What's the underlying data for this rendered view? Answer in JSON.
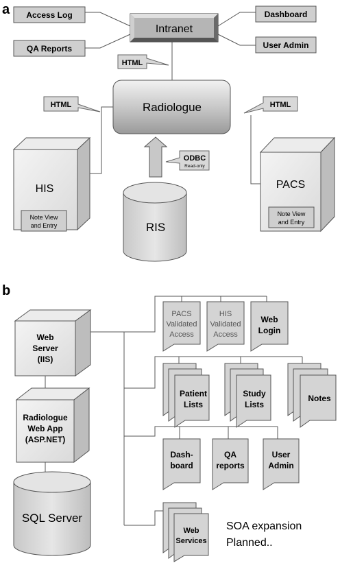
{
  "panel_a": {
    "letter": "a",
    "intranet": "Intranet",
    "access_log": "Access Log",
    "qa_reports": "QA Reports",
    "dashboard": "Dashboard",
    "user_admin": "User Admin",
    "html_top": "HTML",
    "html_left": "HTML",
    "html_right": "HTML",
    "radiologue": "Radiologue",
    "odbc": "ODBC",
    "read_only": "Read-only",
    "his": "HIS",
    "pacs": "PACS",
    "ris": "RIS",
    "note_his_1": "Note View",
    "note_his_2": "and Entry",
    "note_pacs_1": "Note View",
    "note_pacs_2": "and Entry"
  },
  "panel_b": {
    "letter": "b",
    "web_server": [
      "Web",
      "Server",
      "(IIS)"
    ],
    "web_app": [
      "Radiologue",
      "Web App",
      "(ASP.NET)"
    ],
    "sql_server": "SQL Server",
    "pacs_access": [
      "PACS",
      "Validated",
      "Access"
    ],
    "his_access": [
      "HIS",
      "Validated",
      "Access"
    ],
    "web_login": [
      "Web",
      "Login"
    ],
    "patient_lists": [
      "Patient",
      "Lists"
    ],
    "study_lists": [
      "Study",
      "Lists"
    ],
    "notes": "Notes",
    "dashboard": [
      "Dash-",
      "board"
    ],
    "qa_reports": [
      "QA",
      "reports"
    ],
    "user_admin": [
      "User",
      "Admin"
    ],
    "web_services": [
      "Web",
      "Services"
    ],
    "soa": [
      "SOA expansion",
      "Planned.."
    ]
  }
}
